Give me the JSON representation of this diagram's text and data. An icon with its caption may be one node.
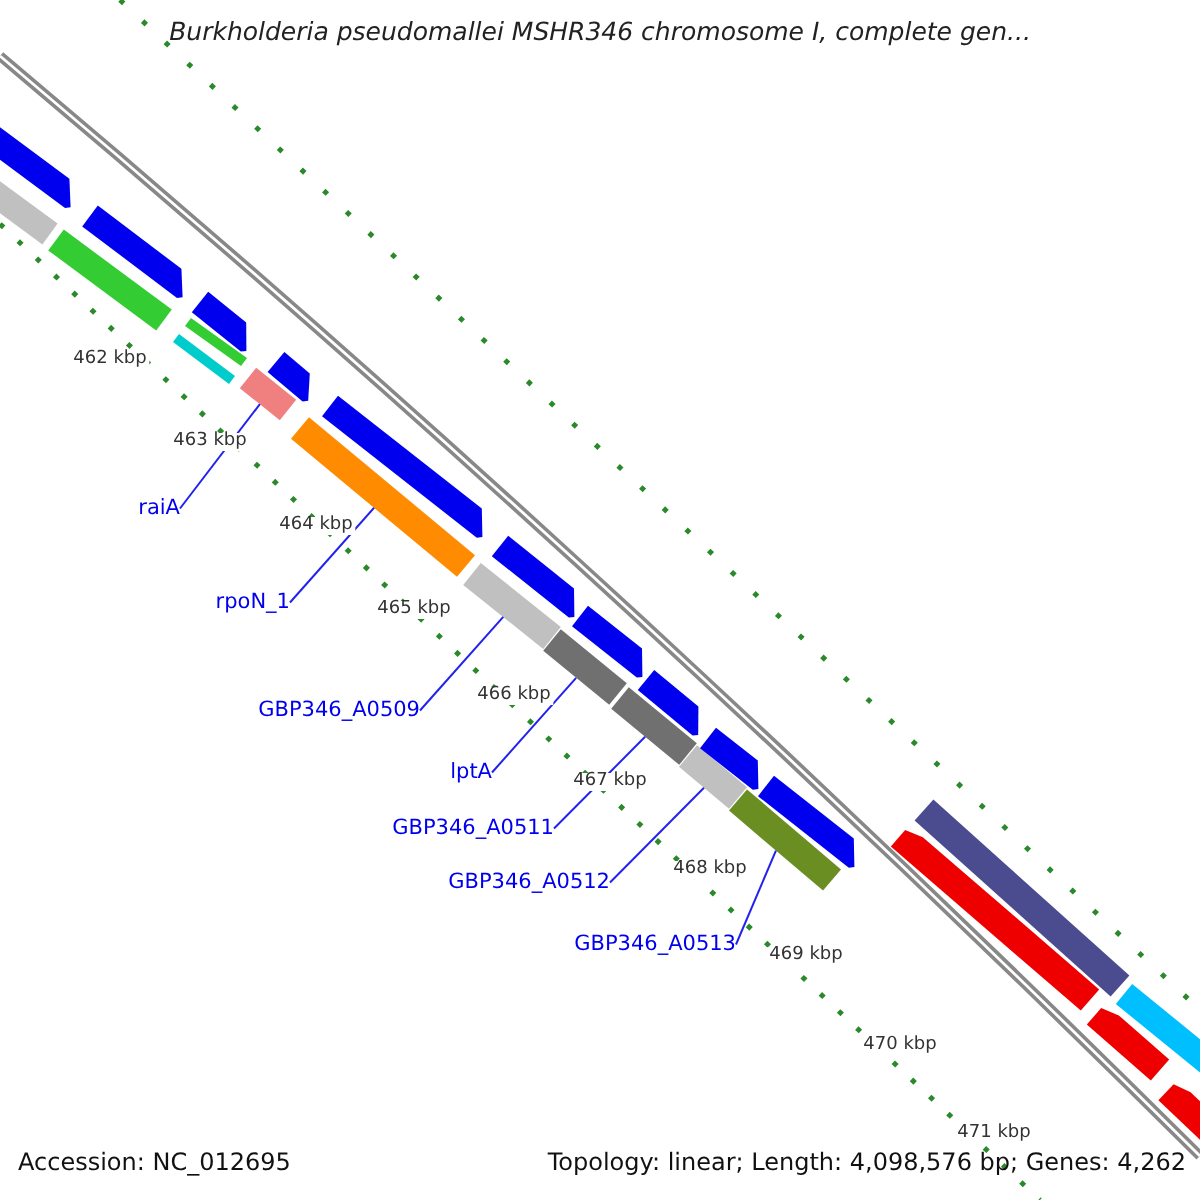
{
  "diagram": {
    "title": "Burkholderia pseudomallei MSHR346 chromosome I, complete gen...",
    "nodes": [
      {
        "text": [
          "raiA"
        ]
      },
      {
        "text": [
          "rpoN_1"
        ]
      },
      {
        "text": [
          "GBP346_A0509"
        ]
      },
      {
        "text": [
          "lptA"
        ]
      },
      {
        "text": [
          "GBP346_A0511"
        ]
      },
      {
        "text": [
          "GBP346_A0512"
        ]
      },
      {
        "text": [
          "GBP346_A0513"
        ]
      },
      {
        "text": [],
        "shape": "bar"
      },
      {
        "text": [],
        "shape": "bar"
      },
      {
        "text": [],
        "shape": "bar"
      },
      {
        "text": [],
        "shape": "bar"
      },
      {
        "text": [],
        "shape": "bar"
      },
      {
        "text": [],
        "shape": "bar"
      },
      {
        "text": [],
        "shape": "bar"
      },
      {
        "text": [],
        "shape": "arrow"
      },
      {
        "text": [],
        "shape": "arrow"
      },
      {
        "text": [],
        "shape": "arrow"
      },
      {
        "text": [],
        "shape": "arrow"
      },
      {
        "text": [],
        "shape": "arrow"
      },
      {
        "text": [],
        "shape": "arrow"
      },
      {
        "text": [],
        "shape": "arrow"
      },
      {
        "text": [],
        "shape": "arrow"
      },
      {
        "text": [],
        "shape": "arrow"
      },
      {
        "text": [],
        "shape": "arrow"
      },
      {
        "text": [],
        "shape": "bar"
      },
      {
        "text": [],
        "shape": "bar"
      },
      {
        "text": [],
        "shape": "bar"
      },
      {
        "text": [],
        "shape": "bar"
      },
      {
        "text": [],
        "shape": "bar"
      },
      {
        "text": [],
        "shape": "bar"
      },
      {
        "text": [],
        "shape": "arrow"
      },
      {
        "text": [],
        "shape": "arrow"
      },
      {
        "text": [],
        "shape": "arrow"
      }
    ],
    "edges": [
      {
        "from": 0,
        "to": 7,
        "arrow": "none"
      },
      {
        "from": 1,
        "to": 8,
        "arrow": "none"
      },
      {
        "from": 2,
        "to": 9,
        "arrow": "none"
      },
      {
        "from": 3,
        "to": 10,
        "arrow": "none"
      },
      {
        "from": 4,
        "to": 11,
        "arrow": "none"
      },
      {
        "from": 5,
        "to": 12,
        "arrow": "none"
      },
      {
        "from": 6,
        "to": 13,
        "arrow": "none"
      }
    ],
    "labels": [
      "462 kbp",
      "463 kbp",
      "464 kbp",
      "465 kbp",
      "466 kbp",
      "467 kbp",
      "468 kbp",
      "469 kbp",
      "470 kbp",
      "471 kbp",
      "Accession: NC_012695",
      "Topology: linear; Length: 4,098,576 bp; Genes: 4,262"
    ]
  }
}
